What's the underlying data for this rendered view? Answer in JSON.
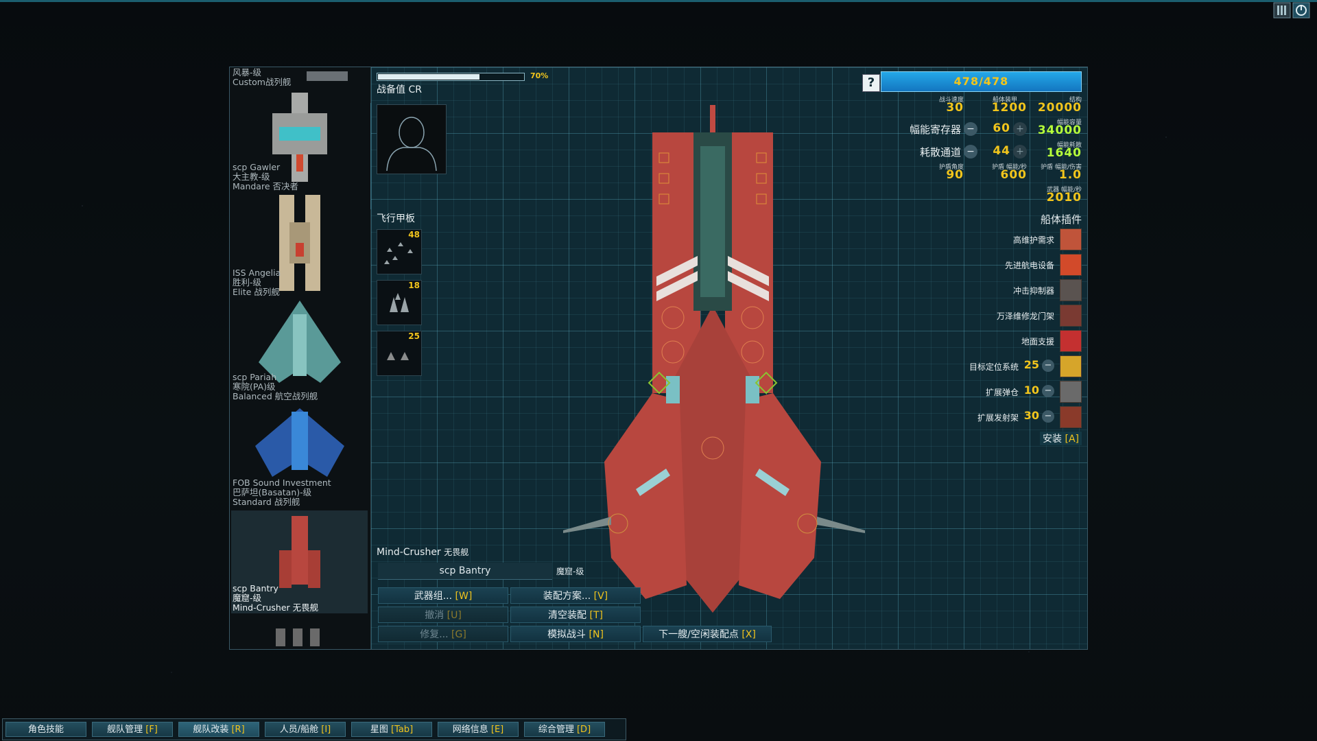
{
  "colors": {
    "accent": "#f2c51c",
    "flux_capacity": "#b6ff3a",
    "op_bar": "#1f94da",
    "hull_red": "#b8473f"
  },
  "ship_list": [
    {
      "lines": [
        "风暴-级",
        "Custom战列舰"
      ]
    },
    {
      "lines": [
        "scp Gawler",
        "大主教-级",
        "Mandare 否决者"
      ]
    },
    {
      "lines": [
        "ISS Angelia",
        "胜利-级",
        "Elite 战列舰"
      ]
    },
    {
      "lines": [
        "scp Pariah",
        "寒院(PA)级",
        "Balanced 航空战列舰"
      ]
    },
    {
      "lines": [
        "FOB Sound Investment",
        "巴萨坦(Basatan)-级",
        "Standard 战列舰"
      ]
    },
    {
      "lines": [
        "scp Bantry",
        "魔窟-级",
        "Mind-Crusher 无畏舰"
      ],
      "selected": true
    }
  ],
  "cr": {
    "label": "战备值 CR",
    "percent_text": "70%",
    "percent": 70
  },
  "flight_deck": {
    "label": "飞行甲板",
    "wings": [
      {
        "count": "48"
      },
      {
        "count": "18"
      },
      {
        "count": "25"
      }
    ]
  },
  "variant": {
    "name": "Mind-Crusher",
    "type": "无畏舰",
    "ship_name": "scp Bantry",
    "class_name": "魔窟-级"
  },
  "buttons": {
    "weapon_groups": {
      "label": "武器组... ",
      "key": "[W]"
    },
    "loadouts": {
      "label": "装配方案... ",
      "key": "[V]"
    },
    "undo": {
      "label": "撤消 ",
      "key": "[U]"
    },
    "strip": {
      "label": "清空装配 ",
      "key": "[T]"
    },
    "repair": {
      "label": "修复... ",
      "key": "[G]"
    },
    "simulate": {
      "label": "模拟战斗 ",
      "key": "[N]"
    },
    "next": {
      "label": "下一艘/空闲装配点 ",
      "key": "[X]"
    }
  },
  "help": "?",
  "ordnance_points": "478/478",
  "stats": {
    "combat_speed": {
      "label": "战斗速度",
      "value": "30"
    },
    "armor": {
      "label": "船体装甲",
      "value": "1200"
    },
    "hull": {
      "label": "结构",
      "value": "20000"
    },
    "flux_capacity": {
      "label": "幅能容量",
      "value": "34000"
    },
    "flux_dissipation": {
      "label": "幅能耗散",
      "value": "1640"
    },
    "shield_arc": {
      "label": "护盾角度",
      "value": "90"
    },
    "shield_upkeep": {
      "label": "护盾 幅能/秒",
      "value": "600"
    },
    "shield_efficiency": {
      "label": "护盾 幅能/伤害",
      "value": "1.0"
    },
    "weapon_flux": {
      "label": "武器 幅能/秒",
      "value": "2010"
    }
  },
  "capacitors": {
    "label": "幅能寄存器",
    "value": "60",
    "minus": "−",
    "plus": "+"
  },
  "vents": {
    "label": "耗散通道",
    "value": "44",
    "minus": "−",
    "plus": "+"
  },
  "hullmods": {
    "title": "船体插件",
    "items": [
      {
        "label": "高维护需求",
        "icon": "maintenance-icon",
        "color": "#c0543a"
      },
      {
        "label": "先进航电设备",
        "icon": "avionics-icon",
        "color": "#d24a2a"
      },
      {
        "label": "冲击抑制器",
        "icon": "shock-absorber-icon",
        "color": "#5a5350"
      },
      {
        "label": "万泽维修龙门架",
        "icon": "repair-gantry-icon",
        "color": "#7a3a32"
      },
      {
        "label": "地面支援",
        "icon": "ground-support-icon",
        "color": "#c43030"
      },
      {
        "label": "目标定位系统",
        "cost": "25",
        "icon": "targeting-icon",
        "color": "#d6a52a"
      },
      {
        "label": "扩展弹仓",
        "cost": "10",
        "icon": "magazine-icon",
        "color": "#6a6a6a"
      },
      {
        "label": "扩展发射架",
        "cost": "30",
        "icon": "missile-rack-icon",
        "color": "#8a3a2a"
      }
    ],
    "minus": "−",
    "install": {
      "label": "安装 ",
      "key": "[A]"
    }
  },
  "taskbar": [
    {
      "label": "角色技能",
      "key": ""
    },
    {
      "label": "舰队管理 ",
      "key": "[F]"
    },
    {
      "label": "舰队改装 ",
      "key": "[R]",
      "active": true
    },
    {
      "label": "人员/船舱 ",
      "key": "[I]"
    },
    {
      "label": "星图 ",
      "key": "[Tab]"
    },
    {
      "label": "网络信息 ",
      "key": "[E]"
    },
    {
      "label": "综合管理 ",
      "key": "[D]"
    }
  ]
}
